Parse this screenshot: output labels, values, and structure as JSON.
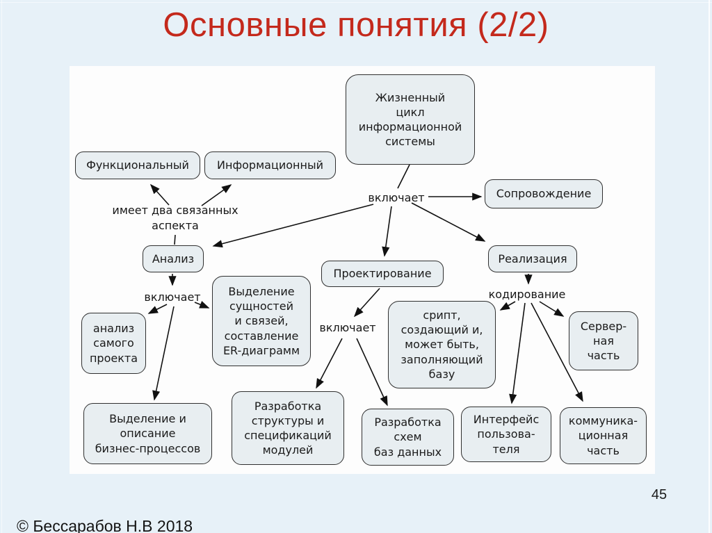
{
  "slide": {
    "title": "Основные понятия (2/2)",
    "page_number": "45",
    "footer_copyright": "© Бессарабов Н.В 2018"
  },
  "diagram": {
    "nodes": {
      "lifecycle": "Жизненный\nцикл\nинформационной\nсистемы",
      "functional": "Функциональный",
      "informational": "Информационный",
      "maintenance": "Сопровождение",
      "analysis": "Анализ",
      "design": "Проектирование",
      "implementation": "Реализация",
      "project_analysis": "анализ\nсамого\nпроекта",
      "er_modeling": "Выделение\nсущностей\nи связей,\nсоставление\nER-диаграмм",
      "db_script": "срипт,\nсоздающий и,\nможет быть,\nзаполняющий\nбазу",
      "server_part": "Сервер-\nная\nчасть",
      "business_processes": "Выделение и\nописание\nбизнес-процессов",
      "module_structure": "Разработка\nструктуры и\nспецификаций\nмодулей",
      "db_schemas": "Разработка\nсхем\nбаз данных",
      "user_interface": "Интерфейс\nпользова-\nтеля",
      "communication_part": "коммуника-\nционная\nчасть"
    },
    "edge_labels": {
      "has_two_aspects": "имеет два связанных\nаспекта",
      "includes_top": "включает",
      "includes_analysis": "включает",
      "includes_design": "включает",
      "coding": "кодирование"
    },
    "edges": [
      {
        "from": "lifecycle",
        "label": "includes_top",
        "to": [
          "maintenance",
          "analysis",
          "design",
          "implementation"
        ]
      },
      {
        "from": "has_two_aspects",
        "to": [
          "functional",
          "informational"
        ],
        "links": [
          "analysis"
        ]
      },
      {
        "from": "analysis",
        "label": "includes_analysis",
        "to": [
          "project_analysis",
          "er_modeling",
          "business_processes"
        ]
      },
      {
        "from": "design",
        "label": "includes_design",
        "to": [
          "module_structure",
          "db_schemas"
        ]
      },
      {
        "from": "implementation",
        "label": "coding",
        "to": [
          "db_script",
          "server_part",
          "user_interface",
          "communication_part"
        ]
      }
    ],
    "colors": {
      "title_red": "#c4291c",
      "node_fill": "#e8eef1",
      "node_border": "#2f2f2f",
      "background": "#e7f1f8",
      "panel": "#fdfdfd"
    }
  }
}
